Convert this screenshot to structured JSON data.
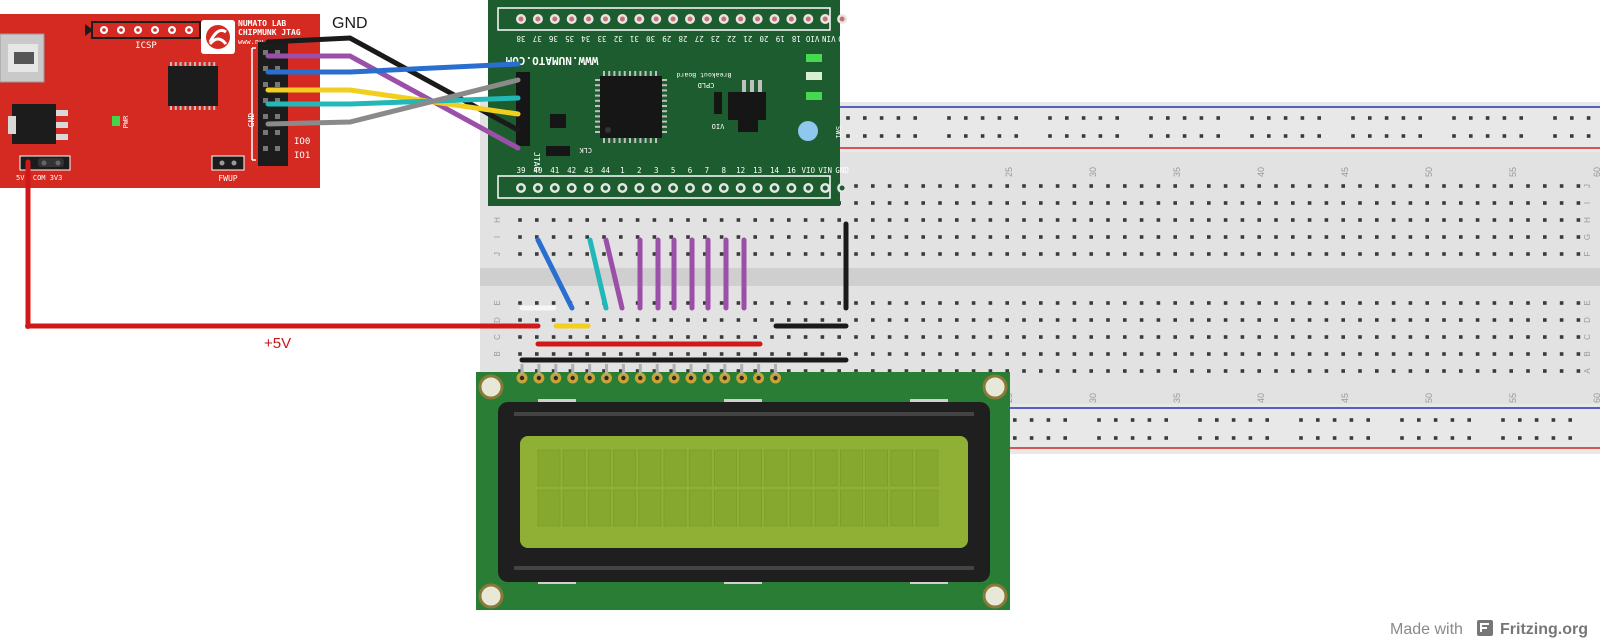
{
  "labels": {
    "gnd": "GND",
    "plus5v": "+5V",
    "footer_made_with": "Made with",
    "footer_brand": "Fritzing.org"
  },
  "programmer": {
    "brand_line1": "NUMATO LAB",
    "brand_line2": "CHIPMUNK JTAG",
    "url": "www.nu",
    "icsp": "ICSP",
    "gnd": "GND",
    "io0": "IO0",
    "io1": "IO1",
    "pwr": "PWR",
    "fwup": "FWUP",
    "jumper": "5V  COM 3V3"
  },
  "cpld": {
    "url": "WWW.NUMATO.COM",
    "subtitle1": "Breakout Board",
    "subtitle2": "CPLD",
    "jtag": "JTAG",
    "clk": "CLK",
    "vio": "VIO",
    "sw": "SW1",
    "top_pins": [
      "38",
      "37",
      "36",
      "35",
      "34",
      "33",
      "32",
      "31",
      "30",
      "29",
      "28",
      "27",
      "23",
      "22",
      "21",
      "20",
      "19",
      "18",
      "VIO",
      "VIN",
      "GND"
    ],
    "bottom_pins": [
      "39",
      "40",
      "41",
      "42",
      "43",
      "44",
      "1",
      "2",
      "3",
      "5",
      "6",
      "7",
      "8",
      "12",
      "13",
      "14",
      "16",
      "VIO",
      "VIN",
      "GND"
    ]
  },
  "breadboard": {
    "column_numbers": [
      "25",
      "30",
      "35",
      "40",
      "45",
      "50",
      "55",
      "60"
    ],
    "row_letters_top": [
      "J",
      "I",
      "H",
      "G",
      "F"
    ],
    "row_letters_bottom": [
      "E",
      "D",
      "C",
      "B",
      "A"
    ]
  },
  "colors": {
    "programmer_board": "#d42a22",
    "cpld_board": "#1d5c2e",
    "lcd_board": "#2a7d34",
    "lcd_screen": "#8fb034",
    "wire_black": "#1a1a1a",
    "wire_purple": "#9b4fa8",
    "wire_blue": "#2a6fcf",
    "wire_yellow": "#f2cf1f",
    "wire_cyan": "#22b8b8",
    "wire_gray": "#8a8a8a",
    "wire_red": "#d01818"
  }
}
